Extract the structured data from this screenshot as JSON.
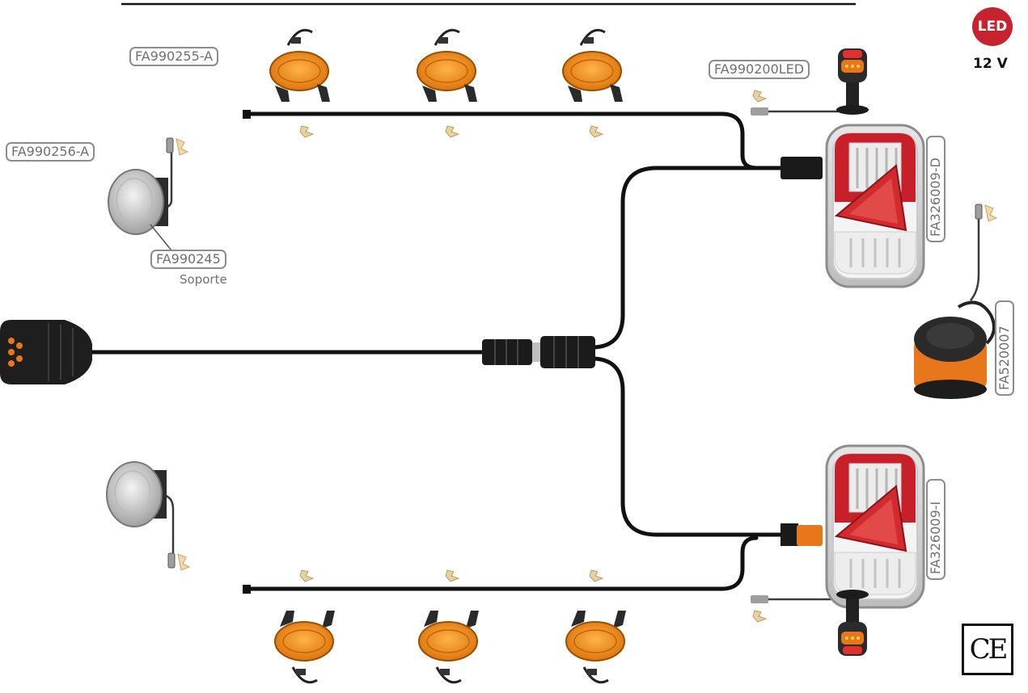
{
  "badges": {
    "led": "LED",
    "voltage": "12 V",
    "ce": "CE"
  },
  "labels": {
    "side_marker_top": "FA990255-A",
    "end_outline_marker": "FA990200LED",
    "position_lamp": "FA990256-A",
    "bracket_code": "FA990245",
    "bracket_caption": "Soporte",
    "rear_lamp_right": "FA326009-D",
    "beacon": "FA520007",
    "rear_lamp_left": "FA326009-I"
  },
  "colors": {
    "cable": "#111111",
    "amber": "#e8890e",
    "red_lens": "#c8202a",
    "led_badge": "#c7232f",
    "tag_border": "#8c8c8c",
    "tag_text": "#707070"
  }
}
